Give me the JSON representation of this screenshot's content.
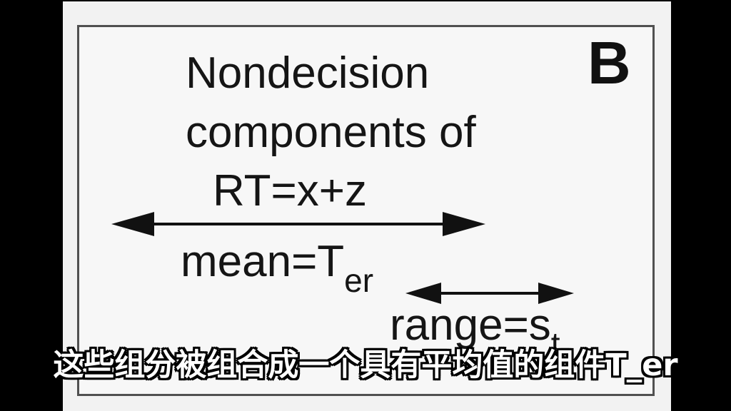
{
  "figure": {
    "panel_label": "B",
    "title_lines": [
      "Nondecision",
      "components of",
      "RT=x+z"
    ],
    "mean_label": {
      "prefix": "mean=T",
      "subscript": "er"
    },
    "range_label": {
      "prefix": "range=s",
      "subscript": "t"
    }
  },
  "subtitle": {
    "text": "这些组分被组合成一个具有平均值的组件T_er"
  },
  "colors": {
    "background": "#000000",
    "slide": "#f2f2f2",
    "panel": "#f7f7f7",
    "border": "#505050",
    "ink": "#151515",
    "subtitle_text": "#ffffff"
  }
}
